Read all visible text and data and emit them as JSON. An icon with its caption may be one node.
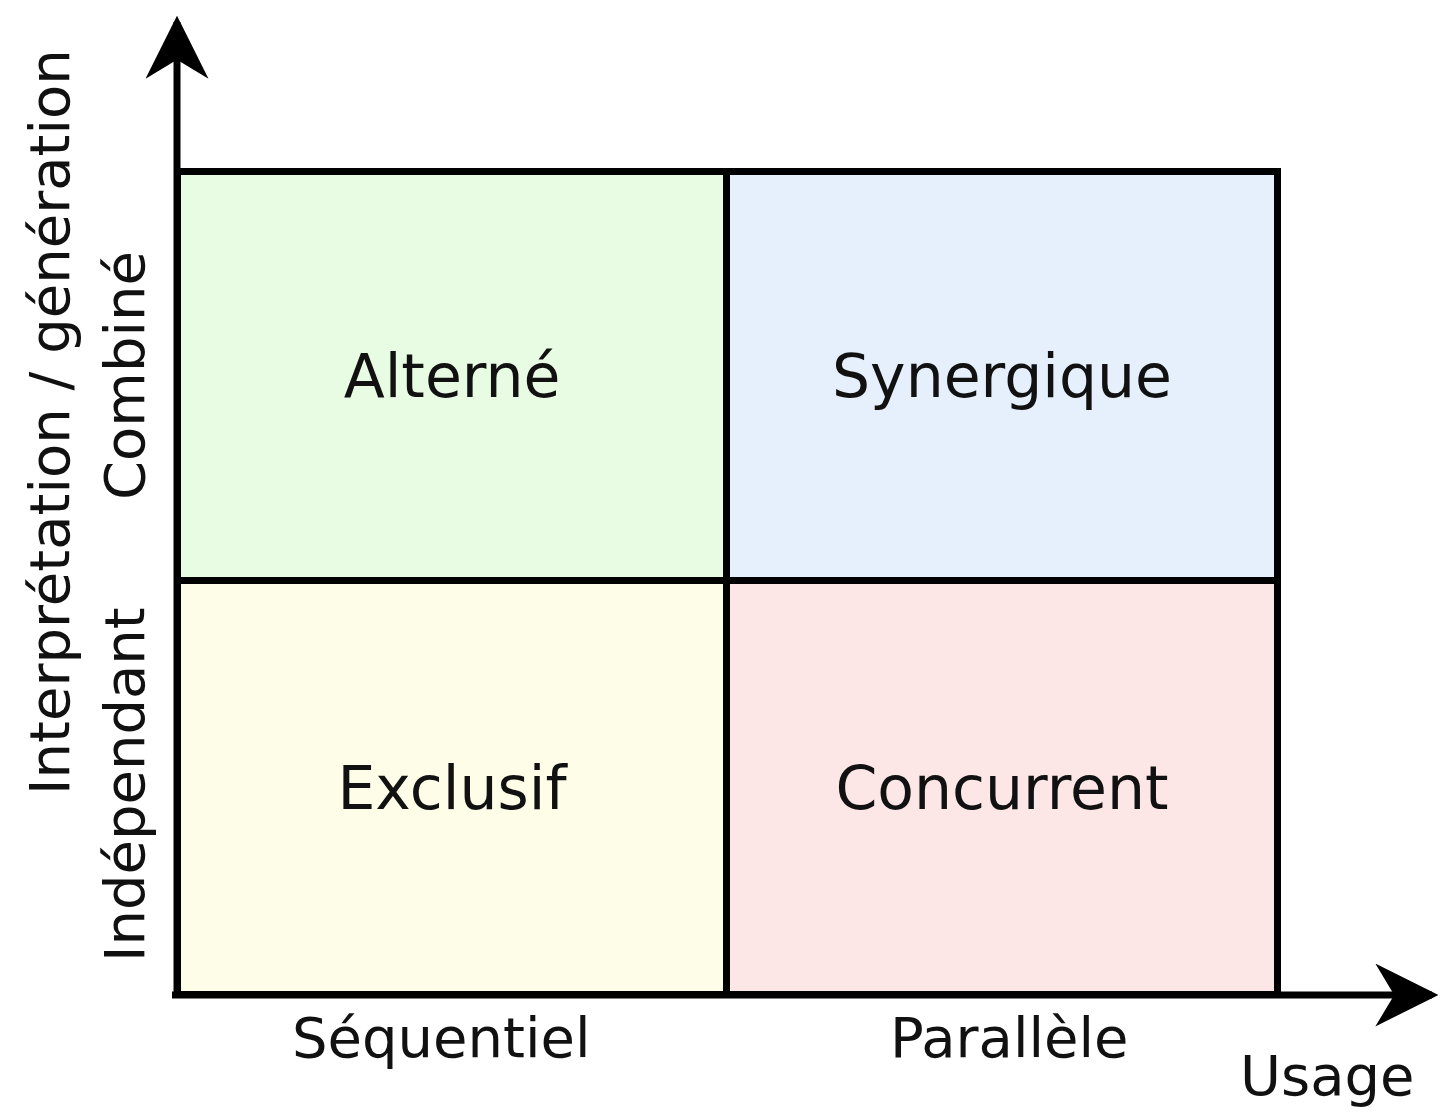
{
  "diagram": {
    "nodes": [
      {
        "text": [
          "Alterné"
        ]
      },
      {
        "text": [
          "Synergique"
        ]
      },
      {
        "text": [
          "Exclusif"
        ]
      },
      {
        "text": [
          "Concurrent"
        ]
      }
    ],
    "labels": [
      "Interprétation / génération",
      "Combiné",
      "Indépendant",
      "Séquentiel",
      "Parallèle",
      "Usage"
    ]
  }
}
